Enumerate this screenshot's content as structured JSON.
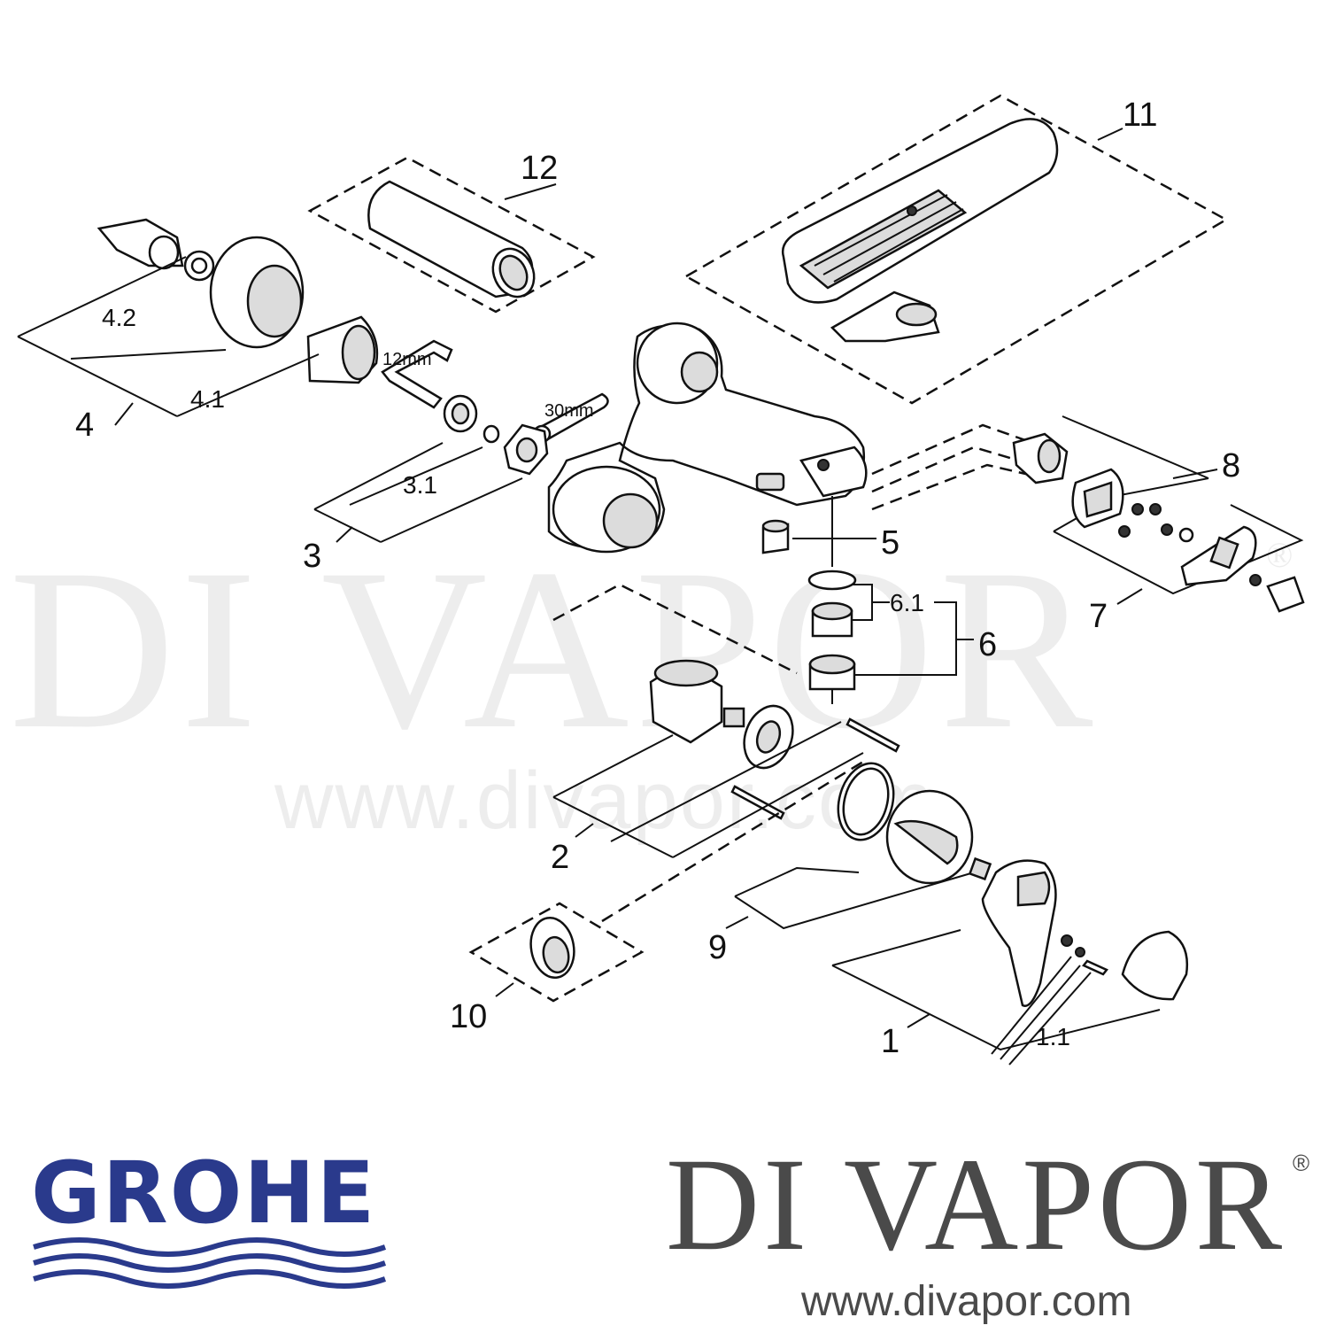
{
  "callouts": {
    "p1": "1",
    "p1_1": "1.1",
    "p2": "2",
    "p3": "3",
    "p3_1": "3.1",
    "p4": "4",
    "p4_1": "4.1",
    "p4_2": "4.2",
    "p5": "5",
    "p6": "6",
    "p6_1": "6.1",
    "p7": "7",
    "p8": "8",
    "p9": "9",
    "p10": "10",
    "p11": "11",
    "p12": "12"
  },
  "dimensions": {
    "hex_key": "12mm",
    "spanner": "30mm"
  },
  "watermark": {
    "name": "DI VAPOR",
    "reg": "®",
    "url": "www.divapor.com"
  },
  "branding": {
    "grohe": "GROHE",
    "divapor": "DI VAPOR",
    "reg_mark": "®",
    "divapor_url": "www.divapor.com",
    "grohe_color": "#2a3a8c",
    "divapor_color": "#4a4a4a"
  }
}
